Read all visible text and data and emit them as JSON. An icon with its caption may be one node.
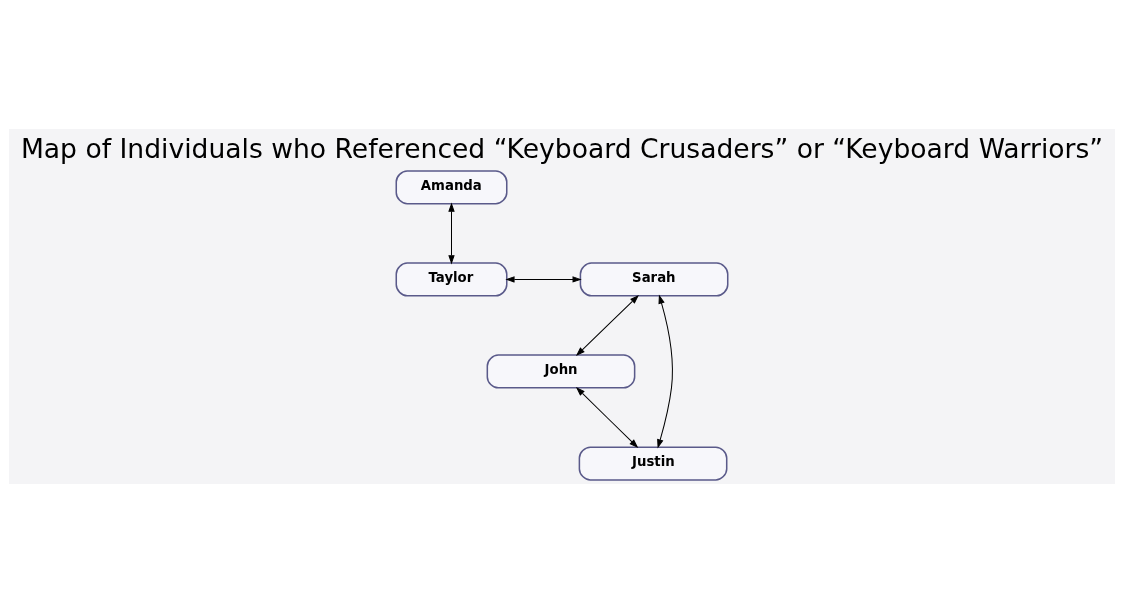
{
  "diagram": {
    "title": "Map of Individuals who Referenced “Keyboard Crusaders” or “Keyboard Warriors”",
    "nodes": [
      {
        "text": [
          "John"
        ]
      },
      {
        "text": [
          "Amanda"
        ]
      },
      {
        "text": [
          "Taylor"
        ]
      },
      {
        "text": [
          "Sarah"
        ]
      },
      {
        "text": [
          "Justin"
        ]
      }
    ],
    "edges": [
      {
        "from": 1,
        "to": 2,
        "arrow": "both"
      },
      {
        "from": 2,
        "to": 3,
        "arrow": "both"
      },
      {
        "from": 3,
        "to": 0,
        "arrow": "both"
      },
      {
        "from": 0,
        "to": 4,
        "arrow": "both"
      },
      {
        "from": 3,
        "to": 4,
        "arrow": "both"
      }
    ]
  }
}
